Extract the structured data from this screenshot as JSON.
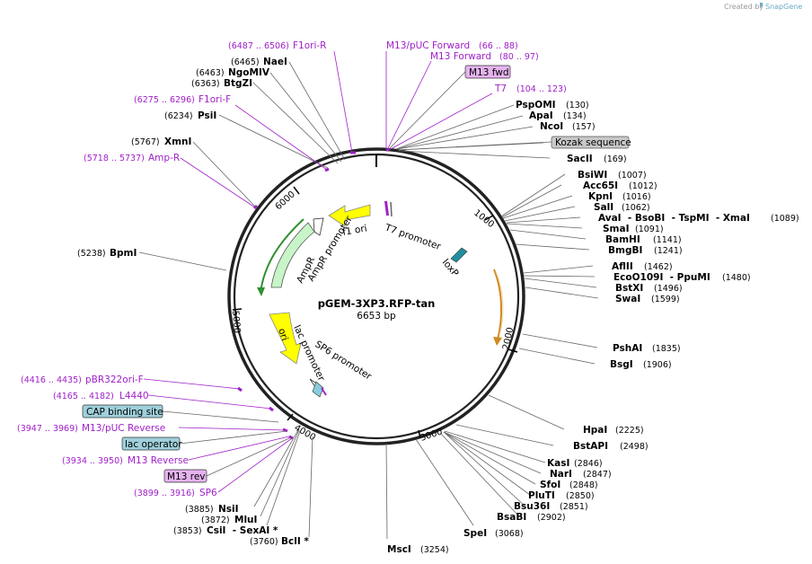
{
  "credit": {
    "created_by": "Created by",
    "brand": "SnapGene"
  },
  "plasmid": {
    "name": "pGEM-3XP3.RFP-tan",
    "size": "6653 bp"
  },
  "ticks": [
    "1000",
    "2000",
    "3000",
    "4000",
    "5000",
    "6000"
  ],
  "inner_features": {
    "f1_ori": "f1 ori",
    "ampr_promoter": "AmpR promoter",
    "ampr": "AmpR",
    "ori": "ori",
    "lac_promoter": "lac promoter",
    "sp6_promoter": "SP6 promoter",
    "t7_promoter": "T7 promoter",
    "loxp": "loxP"
  },
  "sites": [
    {
      "name": "PspOMI",
      "pos": "(130)"
    },
    {
      "name": "ApaI",
      "pos": "(134)"
    },
    {
      "name": "NcoI",
      "pos": "(157)"
    },
    {
      "name": "SacII",
      "pos": "(169)"
    },
    {
      "name": "BsiWI",
      "pos": "(1007)"
    },
    {
      "name": "Acc65I",
      "pos": "(1012)"
    },
    {
      "name": "KpnI",
      "pos": "(1016)"
    },
    {
      "name": "SalI",
      "pos": "(1062)"
    },
    {
      "name": "AvaI  - BsoBI  - TspMI  - XmaI",
      "pos": "(1089)"
    },
    {
      "name": "SmaI",
      "pos": "(1091)"
    },
    {
      "name": "BamHI",
      "pos": "(1141)"
    },
    {
      "name": "BmgBI",
      "pos": "(1241)"
    },
    {
      "name": "AflII",
      "pos": "(1462)"
    },
    {
      "name": "EcoO109I  - PpuMI",
      "pos": "(1480)"
    },
    {
      "name": "BstXI",
      "pos": "(1496)"
    },
    {
      "name": "SwaI",
      "pos": "(1599)"
    },
    {
      "name": "PshAI",
      "pos": "(1835)"
    },
    {
      "name": "BsgI",
      "pos": "(1906)"
    },
    {
      "name": "HpaI",
      "pos": "(2225)"
    },
    {
      "name": "BstAPI",
      "pos": "(2498)"
    },
    {
      "name": "KasI",
      "pos": "(2846)"
    },
    {
      "name": "NarI",
      "pos": "(2847)"
    },
    {
      "name": "SfoI",
      "pos": "(2848)"
    },
    {
      "name": "PluTI",
      "pos": "(2850)"
    },
    {
      "name": "Bsu36I",
      "pos": "(2851)"
    },
    {
      "name": "BsaBI",
      "pos": "(2902)"
    },
    {
      "name": "SpeI",
      "pos": "(3068)"
    },
    {
      "name": "MscI",
      "pos": "(3254)"
    },
    {
      "name": "BclI *",
      "pos": "(3760)"
    },
    {
      "name": "CsiI  - SexAI *",
      "pos": "(3853)"
    },
    {
      "name": "MluI",
      "pos": "(3872)"
    },
    {
      "name": "NsiI",
      "pos": "(3885)"
    },
    {
      "name": "BpmI",
      "pos": "(5238)"
    },
    {
      "name": "XmnI",
      "pos": "(5767)"
    },
    {
      "name": "PsiI",
      "pos": "(6234)"
    },
    {
      "name": "BtgZI",
      "pos": "(6363)"
    },
    {
      "name": "NgoMIV",
      "pos": "(6463)"
    },
    {
      "name": "NaeI",
      "pos": "(6465)"
    }
  ],
  "features": [
    {
      "name": "F1ori-R",
      "pos": "(6487 .. 6506)"
    },
    {
      "name": "M13/pUC Forward",
      "pos": "(66 .. 88)"
    },
    {
      "name": "M13 Forward",
      "pos": "(80 .. 97)"
    },
    {
      "name": "T7",
      "pos": "(104 .. 123)"
    },
    {
      "name": "F1ori-F",
      "pos": "(6275 .. 6296)"
    },
    {
      "name": "Amp-R",
      "pos": "(5718 .. 5737)"
    },
    {
      "name": "pBR322ori-F",
      "pos": "(4416 .. 4435)"
    },
    {
      "name": "L4440",
      "pos": "(4165 .. 4182)"
    },
    {
      "name": "M13/pUC Reverse",
      "pos": "(3947 .. 3969)"
    },
    {
      "name": "M13 Reverse",
      "pos": "(3934 .. 3950)"
    },
    {
      "name": "SP6",
      "pos": "(3899 .. 3916)"
    }
  ],
  "badges": {
    "m13_fwd": "M13 fwd",
    "kozak": "Kozak sequence",
    "cap": "CAP binding site",
    "lac_operator": "lac operator",
    "m13_rev": "M13 rev"
  },
  "colors": {
    "feature_purple": "#a020c8",
    "yellow": "#ffff00",
    "green_light": "#c8f5c8",
    "green_dark": "#2f8f2f",
    "orange": "#d08a20",
    "m13_badge": "#e6b3f0",
    "blue_badge": "#9fd0dc",
    "gray_badge": "#c8c8c8"
  }
}
